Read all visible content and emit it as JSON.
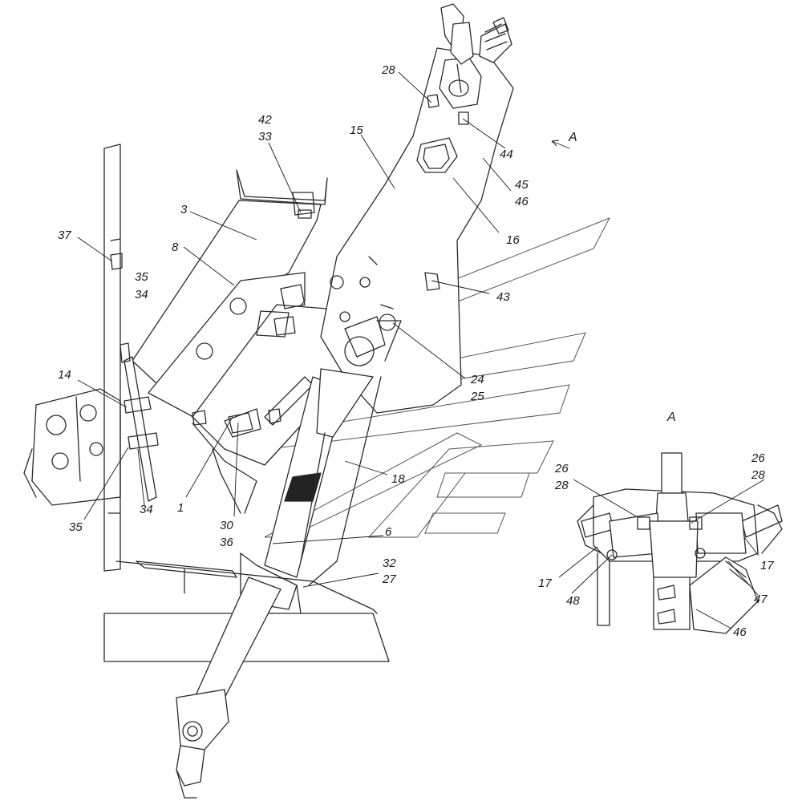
{
  "view_label": "A",
  "arrow_label": "A",
  "labels": {
    "l28a": "28",
    "l42": "42",
    "l33": "33",
    "l15": "15",
    "l44": "44",
    "l45": "45",
    "l46a": "46",
    "l3": "3",
    "l16": "16",
    "l37": "37",
    "l8": "8",
    "l35a": "35",
    "l34a": "34",
    "l43": "43",
    "l24": "24",
    "l25": "25",
    "l14": "14",
    "l18": "18",
    "l35b": "35",
    "l34b": "34",
    "l1": "1",
    "l30": "30",
    "l36": "36",
    "l6": "6",
    "l32": "32",
    "l27": "27",
    "l26a": "26",
    "l28b": "28",
    "l26b": "26",
    "l28c": "28",
    "l17a": "17",
    "l17b": "17",
    "l48": "48",
    "l47": "47",
    "l46b": "46"
  }
}
